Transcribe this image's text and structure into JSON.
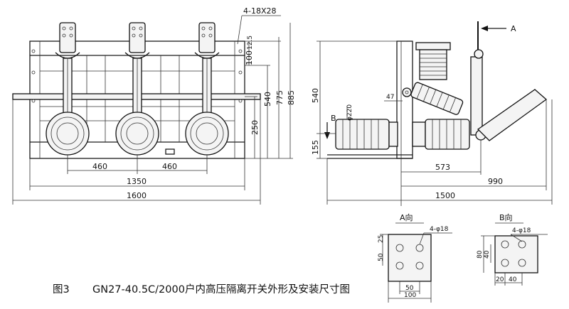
{
  "figure": {
    "caption_label": "图3",
    "caption_text": "GN27-40.5C/2000户内高压隔离开关外形及安装尺寸图"
  },
  "front_view": {
    "hole_spec": "4-18X28",
    "dims": {
      "d_460_a": "460",
      "d_460_b": "460",
      "d_1350": "1350",
      "d_1600": "1600",
      "d_885": "885",
      "d_775": "775",
      "d_540": "540",
      "d_250": "250",
      "d_100": "100",
      "d_12_5": "12.5"
    }
  },
  "side_view": {
    "arrow_a": "A",
    "arrow_b": "B",
    "dims": {
      "d_540": "540",
      "d_155": "155",
      "d_47": "47",
      "d_phi220": "φ220",
      "d_573": "573",
      "d_990": "990",
      "d_1500": "1500"
    }
  },
  "detail_a": {
    "title": "A向",
    "hole_spec": "4-φ18",
    "dims": {
      "d_25": "25",
      "d_50": "50",
      "d_50b": "50",
      "d_100": "100"
    }
  },
  "detail_b": {
    "title": "B向",
    "hole_spec": "4-φ18",
    "dims": {
      "d_80": "80",
      "d_40": "40",
      "d_20": "20",
      "d_40b": "40"
    }
  }
}
